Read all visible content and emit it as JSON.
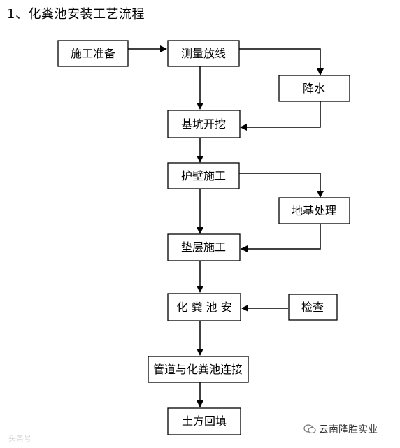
{
  "title": "1、化粪池安装工艺流程",
  "nodes": {
    "prep": "施工准备",
    "survey": "测量放线",
    "dewater": "降水",
    "excavate": "基坑开挖",
    "retaining": "护壁施工",
    "foundation": "地基处理",
    "cushion": "垫层施工",
    "install": "化 粪 池 安",
    "inspect": "检查",
    "pipe": "管道与化粪池连接",
    "backfill": "土方回填"
  },
  "watermark": {
    "left": "头条号",
    "right": "云南隆胜实业"
  }
}
